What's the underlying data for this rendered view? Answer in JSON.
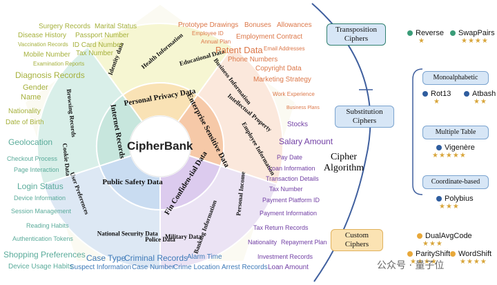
{
  "colors": {
    "personal": "#a5b03b",
    "enterprise": "#dc7748",
    "financial": "#7240a5",
    "public": "#3c79b8",
    "internet": "#5aab9a",
    "wheel_personal": "#f6f6d2",
    "wheel_enterprise": "#fbe8dc",
    "wheel_internet": "#d9efe9",
    "wheel_public": "#dde8f4",
    "wheel_fin": "#ebe3f4",
    "blue_box": "#d7e6f6",
    "orange_box": "#fbe3b3",
    "star": "#d8a53a",
    "bracket": "#3f5f9e"
  },
  "center": {
    "title": "CipherBank"
  },
  "wheel": {
    "inner": [
      {
        "label": "Personal Privacy Data"
      },
      {
        "label": "Enterprise Sensitive Data"
      },
      {
        "label": "Fin Confiden-tial Data"
      },
      {
        "label": "Public Safety Data"
      },
      {
        "label": "Internet Records"
      }
    ],
    "outer": [
      {
        "label": "Identity data"
      },
      {
        "label": "Health Information"
      },
      {
        "label": "Educational Data"
      },
      {
        "label": "Business Information"
      },
      {
        "label": "Intellectual Property"
      },
      {
        "label": "Employee Information"
      },
      {
        "label": "Personal Income"
      },
      {
        "label": "Banking Information"
      },
      {
        "label": "Military Data"
      },
      {
        "label": "Police Data"
      },
      {
        "label": "National Security Data"
      },
      {
        "label": "User Preferences"
      },
      {
        "label": "Cookie Data"
      },
      {
        "label": "Browsing Records"
      }
    ]
  },
  "keywords": {
    "personal": [
      "Surgery Records",
      "Marital Status",
      "Disease History",
      "Passport Number",
      "Vaccination Records",
      "ID Card Number",
      "Mobile Number",
      "Tax Number",
      "Examination Reports",
      "Diagnosis Records",
      "Gender",
      "Name",
      "Nationality",
      "Date of Birth"
    ],
    "enterprise": [
      "Prototype Drawings",
      "Bonuses",
      "Allowances",
      "Employee ID",
      "Annual Plan",
      "Employment Contract",
      "Patent Data",
      "Email Addresses",
      "Phone Numbers",
      "Copyright Data",
      "Marketing Strategy",
      "Work Experience",
      "Business Plans"
    ],
    "financial": [
      "Stocks",
      "Salary Amount",
      "Pay Date",
      "Loan Information",
      "Transaction Details",
      "Tax Number",
      "Payment Platform ID",
      "Payment Information",
      "Tax Return Records",
      "Nationality",
      "Repayment Plan",
      "Investment Records",
      "Loan Amount"
    ],
    "internet": [
      "Geolocation",
      "Checkout Process",
      "Page Interaction",
      "Login Status",
      "Device Information",
      "Session Management",
      "Reading Habits",
      "Authentication Tokens",
      "Shopping Preferences",
      "Device Usage Habits"
    ],
    "public": [
      "Case Type",
      "Criminal Records",
      "Alarm Time",
      "Suspect Information",
      "Case Number",
      "Crime Location",
      "Arrest Records"
    ]
  },
  "cipher_algorithm": "Cipher Algorithm",
  "categories": [
    {
      "label": "Transposition Ciphers"
    },
    {
      "label": "Substitution Ciphers"
    },
    {
      "label": "Custom Ciphers"
    }
  ],
  "subgroups": [
    "Monoalphabetic",
    "Multiple Table",
    "Coordinate-based"
  ],
  "methods": [
    {
      "name": "Reverse",
      "stars": 1,
      "dot": "#3a9c78"
    },
    {
      "name": "SwapPairs",
      "stars": 4,
      "dot": "#3a9c78"
    },
    {
      "name": "Rot13",
      "stars": 1,
      "dot": "#2f5d9e"
    },
    {
      "name": "Atbash",
      "stars": 2,
      "dot": "#2f5d9e"
    },
    {
      "name": "Vigenère",
      "stars": 5,
      "dot": "#2f5d9e"
    },
    {
      "name": "Polybius",
      "stars": 3,
      "dot": "#2f5d9e"
    },
    {
      "name": "DualAvgCode",
      "stars": 3,
      "dot": "#e8a83a"
    },
    {
      "name": "ParityShift",
      "stars": 4,
      "dot": "#e8a83a"
    },
    {
      "name": "WordShift",
      "stars": 4,
      "dot": "#e8a83a"
    }
  ],
  "watermark": "公众号 · 量子位"
}
